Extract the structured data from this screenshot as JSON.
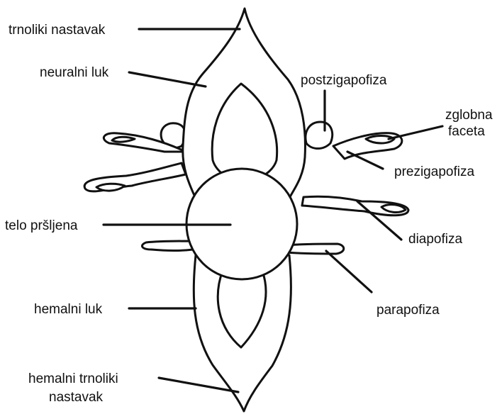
{
  "labels": {
    "trnoliki_nastavak": "trnoliki nastavak",
    "neuralni_luk": "neuralni luk",
    "postzigapofiza": "postzigapofiza",
    "zglobna_faceta_line1": "zglobna",
    "zglobna_faceta_line2": "faceta",
    "prezigapofiza": "prezigapofiza",
    "telo_prsljena": "telo pršljena",
    "diapofiza": "diapofiza",
    "parapofiza": "parapofiza",
    "hemalni_luk": "hemalni luk",
    "hemalni_trnoliki_line1": "hemalni trnoliki",
    "hemalni_trnoliki_line2": "nastavak"
  }
}
